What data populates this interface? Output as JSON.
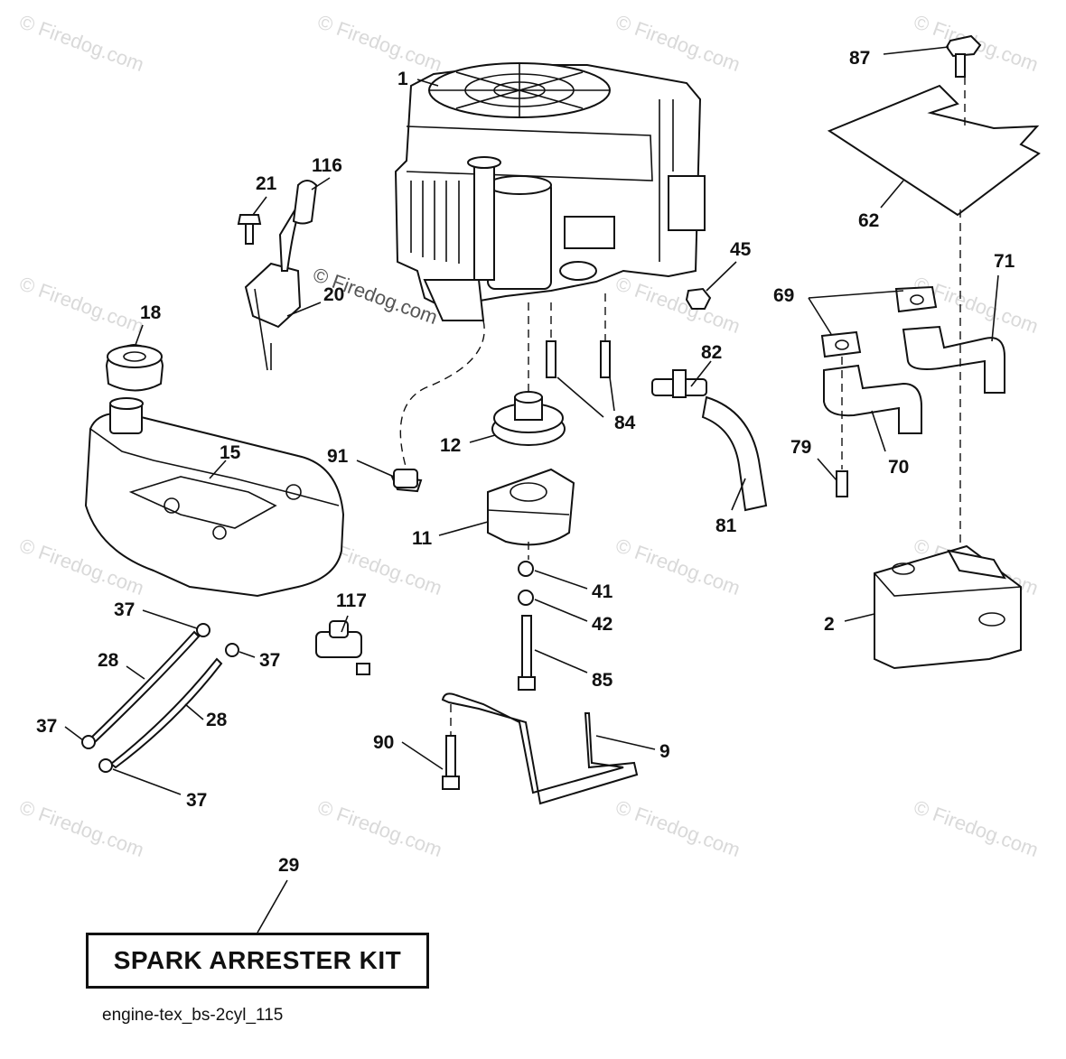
{
  "watermark": "© Firedog.com",
  "watermark_center": "© Firedog.com",
  "kit_label": "SPARK ARRESTER KIT",
  "drawing_id": "engine-tex_bs-2cyl_115",
  "callouts": {
    "c1": "1",
    "c2": "2",
    "c9": "9",
    "c11": "11",
    "c12": "12",
    "c15": "15",
    "c18": "18",
    "c20": "20",
    "c21": "21",
    "c28a": "28",
    "c28b": "28",
    "c29": "29",
    "c37a": "37",
    "c37b": "37",
    "c37c": "37",
    "c37d": "37",
    "c41": "41",
    "c42": "42",
    "c45": "45",
    "c62": "62",
    "c69": "69",
    "c70": "70",
    "c71": "71",
    "c79": "79",
    "c81": "81",
    "c82": "82",
    "c84": "84",
    "c85": "85",
    "c87": "87",
    "c90": "90",
    "c91": "91",
    "c116": "116",
    "c117": "117"
  }
}
